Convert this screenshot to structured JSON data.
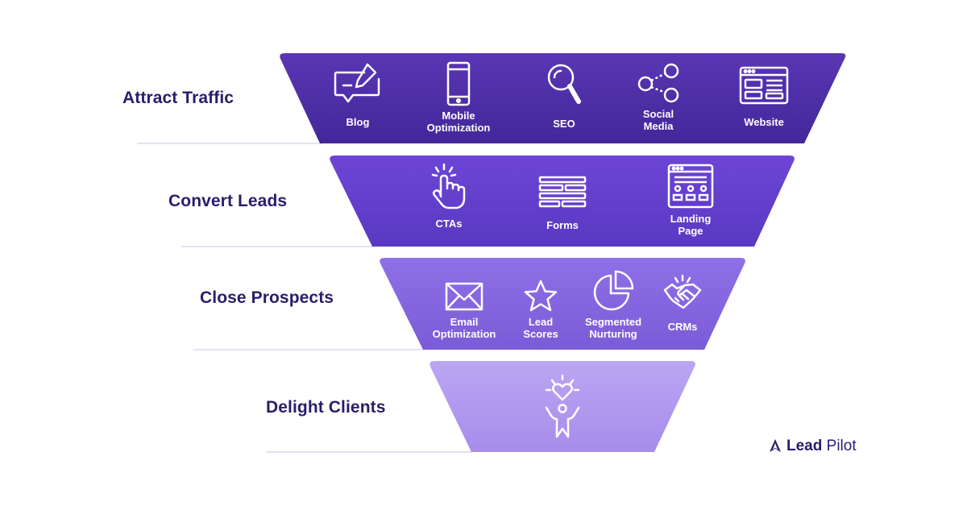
{
  "stages": [
    {
      "label": "Attract Traffic",
      "items": [
        {
          "label": "Blog",
          "icon": "blog-icon"
        },
        {
          "label": "Mobile\nOptimization",
          "icon": "mobile-icon"
        },
        {
          "label": "SEO",
          "icon": "magnifier-icon"
        },
        {
          "label": "Social\nMedia",
          "icon": "share-icon"
        },
        {
          "label": "Website",
          "icon": "website-icon"
        }
      ]
    },
    {
      "label": "Convert Leads",
      "items": [
        {
          "label": "CTAs",
          "icon": "click-hand-icon"
        },
        {
          "label": "Forms",
          "icon": "form-icon"
        },
        {
          "label": "Landing\nPage",
          "icon": "landing-page-icon"
        }
      ]
    },
    {
      "label": "Close Prospects",
      "items": [
        {
          "label": "Email\nOptimization",
          "icon": "envelope-icon"
        },
        {
          "label": "Lead\nScores",
          "icon": "star-icon"
        },
        {
          "label": "Segmented\nNurturing",
          "icon": "pie-chart-icon"
        },
        {
          "label": "CRMs",
          "icon": "handshake-icon"
        }
      ]
    },
    {
      "label": "Delight Clients",
      "items": [
        {
          "label": "",
          "icon": "happy-person-heart-icon"
        }
      ]
    }
  ],
  "colors": {
    "stage1": "#4d2fa3",
    "stage2": "#6440cc",
    "stage3": "#8567dc",
    "stage4": "#b49cf0",
    "label": "#2a1d6b"
  },
  "logo": {
    "bold": "Lead",
    "regular": "Pilot"
  }
}
